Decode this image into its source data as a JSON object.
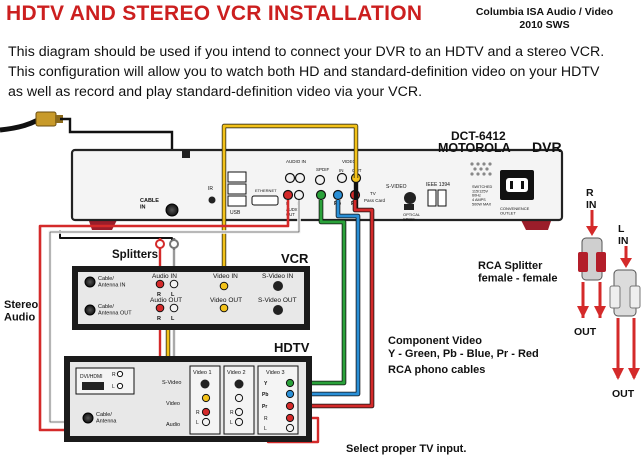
{
  "title": "HDTV AND STEREO VCR INSTALLATION",
  "credit": [
    "Columbia ISA  Audio / Video",
    "2010 SWS"
  ],
  "intro": [
    "This diagram should be used if you intend to connect your DVR to an HDTV and a stereo VCR.",
    "This configuration will allow you to watch both HD and standard-definition video on your HDTV",
    "as well as record and play standard-definition video via your VCR."
  ],
  "dvr": {
    "model": "DCT-6412",
    "brand": "MOTOROLA",
    "label": "DVR",
    "cable_in": "CABLE\nIN",
    "ir": "IR",
    "usb": "USB",
    "serial": "ETHERNET",
    "audio_in": "AUDIO IN",
    "spdif": "SPDIF",
    "video": "VIDEO",
    "in": "IN",
    "out": "OUT",
    "audio_out": "AUDIO\nOUT",
    "l": "L",
    "r": "R",
    "y": "Y",
    "pb": "Pb",
    "pr": "Pr",
    "tv": "TV",
    "pass_card": "Pass Card",
    "svideo": "S-VIDEO",
    "optical": "OPTICAL\nSPDIF",
    "ieee": "IEEE 1394",
    "switched": "SWITCHED\n115/125V\n60Hz\n4 AMPS\n500W MAX",
    "convenience": "CONVENIENCE\nOUTLET"
  },
  "vcr": {
    "label": "VCR",
    "cable_in": "Cable/\nAntenna IN",
    "cable_out": "Cable/\nAntenna OUT",
    "audio_in": "Audio IN",
    "audio_out": "Audio OUT",
    "video_in": "Video IN",
    "video_out": "Video OUT",
    "svideo_in": "S-Video IN",
    "svideo_out": "S-Video OUT",
    "r": "R",
    "l": "L"
  },
  "hdtv": {
    "label": "HDTV",
    "dvi": "DVI/HDMI",
    "cable": "Cable/\nAntenna",
    "svideo": "S-Video",
    "video": "Video",
    "audio": "Audio",
    "video1": "Video 1",
    "video2": "Video 2",
    "video3": "Video 3",
    "r": "R",
    "l": "L",
    "y": "Y",
    "pb": "Pb",
    "pr": "Pr"
  },
  "labels": {
    "splitters": "Splitters",
    "stereo_audio": "Stereo\nAudio",
    "component_title": "Component Video",
    "component_colors": "Y - Green, Pb - Blue, Pr - Red",
    "rca_cables": "RCA phono cables",
    "select_input": "Select proper TV input.",
    "rca_splitter": "RCA Splitter\nfemale - female",
    "r_in": "R\nIN",
    "l_in": "L\nIN",
    "out": "OUT"
  },
  "colors": {
    "title": "#cc1f1f",
    "cable_red": "#d42a2a",
    "cable_white": "#ffffff",
    "cable_yellow": "#f3c21a",
    "cable_green": "#2aa13a",
    "cable_blue": "#2a8fd6",
    "label_red": "#b81d1d",
    "device_dark": "#1b1b1b",
    "device_panel": "#e8e8e8",
    "coax": "#111111"
  }
}
